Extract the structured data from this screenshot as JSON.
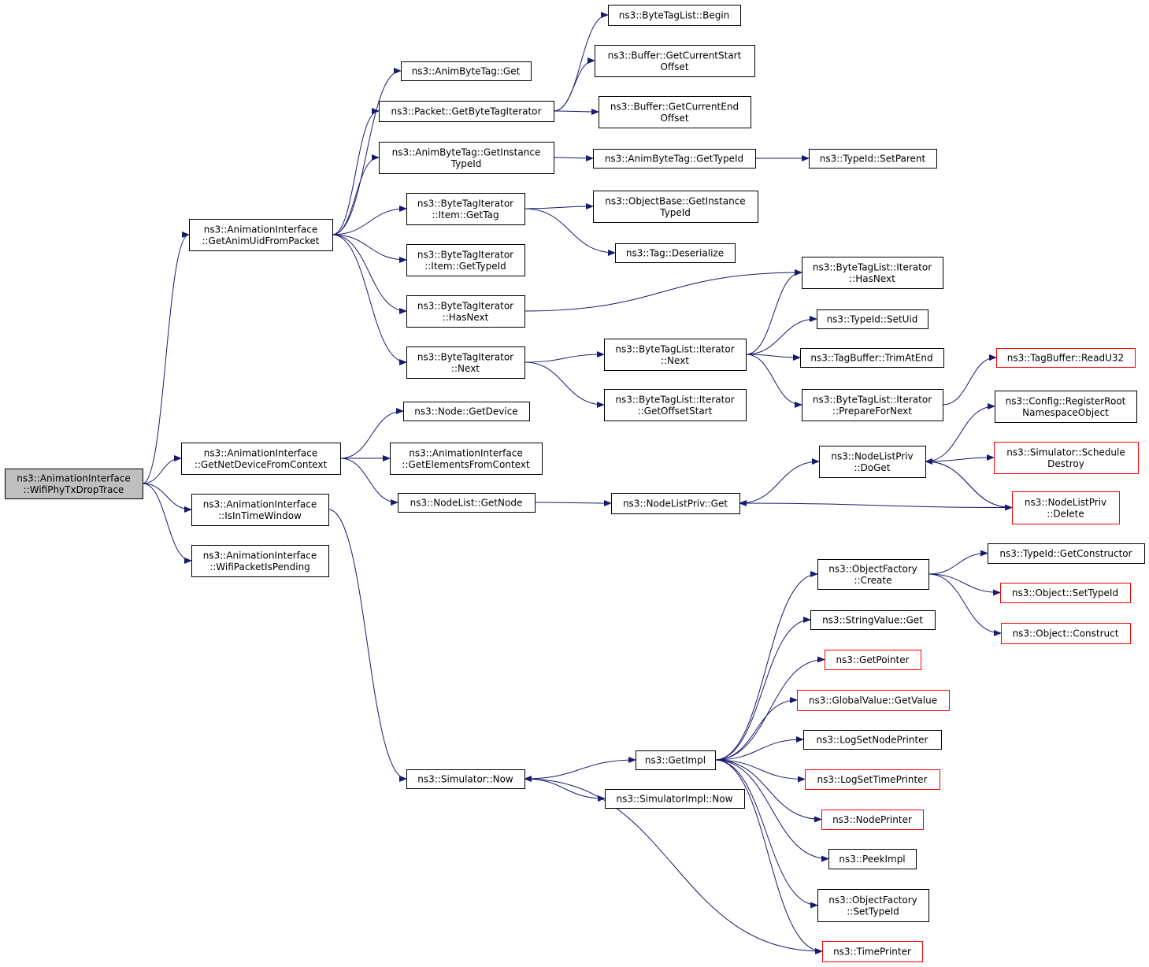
{
  "graph": {
    "nodes": [
      {
        "id": "root",
        "lines": [
          "ns3::AnimationInterface",
          "::WifiPhyTxDropTrace"
        ],
        "style": "root"
      },
      {
        "id": "getAnimUid",
        "lines": [
          "ns3::AnimationInterface",
          "::GetAnimUidFromPacket"
        ]
      },
      {
        "id": "getNetDev",
        "lines": [
          "ns3::AnimationInterface",
          "::GetNetDeviceFromContext"
        ]
      },
      {
        "id": "isInTime",
        "lines": [
          "ns3::AnimationInterface",
          "::IsInTimeWindow"
        ]
      },
      {
        "id": "wifiPending",
        "lines": [
          "ns3::AnimationInterface",
          "::WifiPacketIsPending"
        ]
      },
      {
        "id": "animTagGet",
        "lines": [
          "ns3::AnimByteTag::Get"
        ]
      },
      {
        "id": "getByteTagIter",
        "lines": [
          "ns3::Packet::GetByteTagIterator"
        ]
      },
      {
        "id": "animTagGetInst",
        "lines": [
          "ns3::AnimByteTag::GetInstance",
          "TypeId"
        ]
      },
      {
        "id": "btiItemGetTag",
        "lines": [
          "ns3::ByteTagIterator",
          "::Item::GetTag"
        ]
      },
      {
        "id": "btiItemGetTypeId",
        "lines": [
          "ns3::ByteTagIterator",
          "::Item::GetTypeId"
        ]
      },
      {
        "id": "btiHasNext",
        "lines": [
          "ns3::ByteTagIterator",
          "::HasNext"
        ]
      },
      {
        "id": "btiNext",
        "lines": [
          "ns3::ByteTagIterator",
          "::Next"
        ]
      },
      {
        "id": "btlBegin",
        "lines": [
          "ns3::ByteTagList::Begin"
        ]
      },
      {
        "id": "bufStart",
        "lines": [
          "ns3::Buffer::GetCurrentStart",
          "Offset"
        ]
      },
      {
        "id": "bufEnd",
        "lines": [
          "ns3::Buffer::GetCurrentEnd",
          "Offset"
        ]
      },
      {
        "id": "animTagGetTypeId",
        "lines": [
          "ns3::AnimByteTag::GetTypeId"
        ]
      },
      {
        "id": "typeIdSetParent",
        "lines": [
          "ns3::TypeId::SetParent"
        ]
      },
      {
        "id": "objBaseGetInst",
        "lines": [
          "ns3::ObjectBase::GetInstance",
          "TypeId"
        ]
      },
      {
        "id": "tagDeser",
        "lines": [
          "ns3::Tag::Deserialize"
        ]
      },
      {
        "id": "btlIterHasNext",
        "lines": [
          "ns3::ByteTagList::Iterator",
          "::HasNext"
        ]
      },
      {
        "id": "btlIterNext",
        "lines": [
          "ns3::ByteTagList::Iterator",
          "::Next"
        ]
      },
      {
        "id": "btlIterGetOff",
        "lines": [
          "ns3::ByteTagList::Iterator",
          "::GetOffsetStart"
        ]
      },
      {
        "id": "typeIdSetUid",
        "lines": [
          "ns3::TypeId::SetUid"
        ]
      },
      {
        "id": "tagBufTrim",
        "lines": [
          "ns3::TagBuffer::TrimAtEnd"
        ]
      },
      {
        "id": "btlIterPrep",
        "lines": [
          "ns3::ByteTagList::Iterator",
          "::PrepareForNext"
        ]
      },
      {
        "id": "tagBufRead",
        "lines": [
          "ns3::TagBuffer::ReadU32"
        ],
        "style": "trunc"
      },
      {
        "id": "nodeGetDevice",
        "lines": [
          "ns3::Node::GetDevice"
        ]
      },
      {
        "id": "getElements",
        "lines": [
          "ns3::AnimationInterface",
          "::GetElementsFromContext"
        ]
      },
      {
        "id": "nodeListGetNode",
        "lines": [
          "ns3::NodeList::GetNode"
        ]
      },
      {
        "id": "nlpGet",
        "lines": [
          "ns3::NodeListPriv::Get"
        ]
      },
      {
        "id": "nlpDoGet",
        "lines": [
          "ns3::NodeListPriv",
          "::DoGet"
        ]
      },
      {
        "id": "cfgRegRoot",
        "lines": [
          "ns3::Config::RegisterRoot",
          "NamespaceObject"
        ]
      },
      {
        "id": "simSchedDestroy",
        "lines": [
          "ns3::Simulator::Schedule",
          "Destroy"
        ],
        "style": "trunc"
      },
      {
        "id": "nlpDelete",
        "lines": [
          "ns3::NodeListPriv",
          "::Delete"
        ],
        "style": "trunc"
      },
      {
        "id": "simNow",
        "lines": [
          "ns3::Simulator::Now"
        ]
      },
      {
        "id": "getImpl",
        "lines": [
          "ns3::GetImpl"
        ]
      },
      {
        "id": "simImplNow",
        "lines": [
          "ns3::SimulatorImpl::Now"
        ]
      },
      {
        "id": "objFactCreate",
        "lines": [
          "ns3::ObjectFactory",
          "::Create"
        ]
      },
      {
        "id": "strValGet",
        "lines": [
          "ns3::StringValue::Get"
        ]
      },
      {
        "id": "getPointer",
        "lines": [
          "ns3::GetPointer"
        ],
        "style": "trunc"
      },
      {
        "id": "globalValGet",
        "lines": [
          "ns3::GlobalValue::GetValue"
        ],
        "style": "trunc"
      },
      {
        "id": "logSetNode",
        "lines": [
          "ns3::LogSetNodePrinter"
        ]
      },
      {
        "id": "logSetTime",
        "lines": [
          "ns3::LogSetTimePrinter"
        ],
        "style": "trunc"
      },
      {
        "id": "nodePrinter",
        "lines": [
          "ns3::NodePrinter"
        ],
        "style": "trunc"
      },
      {
        "id": "peekImpl",
        "lines": [
          "ns3::PeekImpl"
        ]
      },
      {
        "id": "objFactSetType",
        "lines": [
          "ns3::ObjectFactory",
          "::SetTypeId"
        ]
      },
      {
        "id": "timePrinter",
        "lines": [
          "ns3::TimePrinter"
        ],
        "style": "trunc"
      },
      {
        "id": "typeIdGetCtor",
        "lines": [
          "ns3::TypeId::GetConstructor"
        ]
      },
      {
        "id": "objSetTypeId",
        "lines": [
          "ns3::Object::SetTypeId"
        ],
        "style": "trunc"
      },
      {
        "id": "objConstruct",
        "lines": [
          "ns3::Object::Construct"
        ],
        "style": "trunc"
      }
    ],
    "edges": [
      [
        "root",
        "getAnimUid"
      ],
      [
        "root",
        "getNetDev"
      ],
      [
        "root",
        "isInTime"
      ],
      [
        "root",
        "wifiPending"
      ],
      [
        "getAnimUid",
        "animTagGet"
      ],
      [
        "getAnimUid",
        "getByteTagIter"
      ],
      [
        "getAnimUid",
        "animTagGetInst"
      ],
      [
        "getAnimUid",
        "btiItemGetTag"
      ],
      [
        "getAnimUid",
        "btiItemGetTypeId"
      ],
      [
        "getAnimUid",
        "btiHasNext"
      ],
      [
        "getAnimUid",
        "btiNext"
      ],
      [
        "getByteTagIter",
        "btlBegin"
      ],
      [
        "getByteTagIter",
        "bufStart"
      ],
      [
        "getByteTagIter",
        "bufEnd"
      ],
      [
        "animTagGetInst",
        "animTagGetTypeId"
      ],
      [
        "animTagGetTypeId",
        "typeIdSetParent"
      ],
      [
        "btiItemGetTag",
        "objBaseGetInst"
      ],
      [
        "btiItemGetTag",
        "tagDeser"
      ],
      [
        "btiHasNext",
        "btlIterHasNext"
      ],
      [
        "btiNext",
        "btlIterNext"
      ],
      [
        "btiNext",
        "btlIterGetOff"
      ],
      [
        "btlIterNext",
        "btlIterHasNext"
      ],
      [
        "btlIterNext",
        "typeIdSetUid"
      ],
      [
        "btlIterNext",
        "tagBufTrim"
      ],
      [
        "btlIterNext",
        "btlIterPrep"
      ],
      [
        "btlIterPrep",
        "tagBufRead"
      ],
      [
        "getNetDev",
        "nodeGetDevice"
      ],
      [
        "getNetDev",
        "getElements"
      ],
      [
        "getNetDev",
        "nodeListGetNode"
      ],
      [
        "nodeListGetNode",
        "nlpGet"
      ],
      [
        "nlpGet",
        "nlpDoGet"
      ],
      [
        "nlpDoGet",
        "cfgRegRoot"
      ],
      [
        "nlpDoGet",
        "simSchedDestroy"
      ],
      [
        "nlpDoGet",
        "nlpDelete"
      ],
      [
        "nlpDelete",
        "nlpDoGet"
      ],
      [
        "nlpDelete",
        "nlpGet"
      ],
      [
        "isInTime",
        "simNow"
      ],
      [
        "simNow",
        "getImpl"
      ],
      [
        "simNow",
        "simImplNow"
      ],
      [
        "getImpl",
        "objFactCreate"
      ],
      [
        "getImpl",
        "strValGet"
      ],
      [
        "getImpl",
        "getPointer"
      ],
      [
        "getImpl",
        "globalValGet"
      ],
      [
        "getImpl",
        "logSetNode"
      ],
      [
        "getImpl",
        "logSetTime"
      ],
      [
        "getImpl",
        "nodePrinter"
      ],
      [
        "getImpl",
        "peekImpl"
      ],
      [
        "getImpl",
        "objFactSetType"
      ],
      [
        "getImpl",
        "timePrinter"
      ],
      [
        "timePrinter",
        "simNow"
      ],
      [
        "objFactCreate",
        "typeIdGetCtor"
      ],
      [
        "objFactCreate",
        "objSetTypeId"
      ],
      [
        "objFactCreate",
        "objConstruct"
      ]
    ]
  },
  "colors": {
    "edge": "#191970",
    "node_border": "#000000",
    "truncated_border": "#ff0000",
    "root_fill": "#bfbfbf",
    "node_fill": "#ffffff"
  }
}
